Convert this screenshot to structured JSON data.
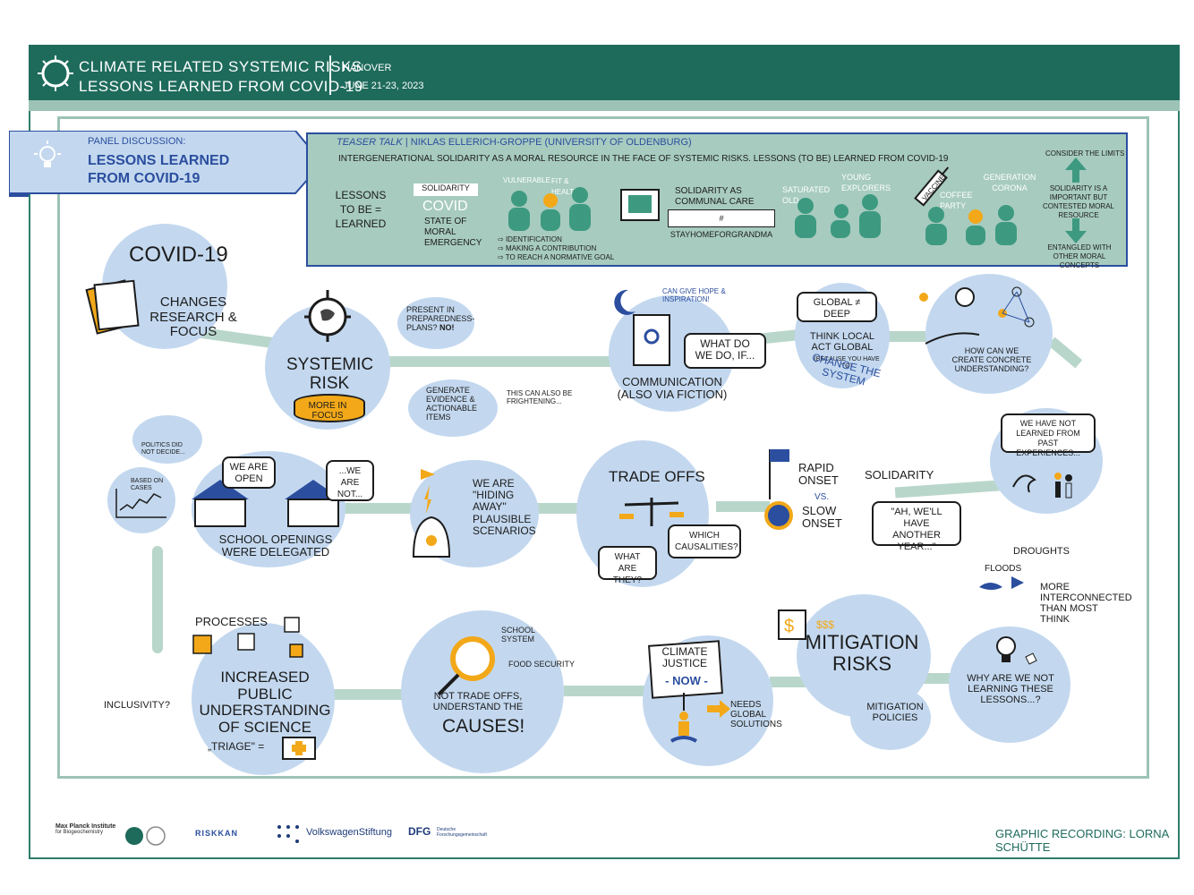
{
  "header": {
    "title_line1": "Climate Related Systemic Risks",
    "title_line2": "Lessons Learned from Covid-19",
    "location": "Hanover",
    "dates": "June 21-23, 2023"
  },
  "panel": {
    "subtitle": "Panel Discussion:",
    "title_line1": "Lessons Learned",
    "title_line2": "from Covid-19"
  },
  "teaser": {
    "label": "Teaser Talk",
    "speaker": "Niklas Ellerich-Groppe (University of Oldenburg)",
    "topic": "Intergenerational solidarity as a moral resource in the face of systemic risks. Lessons (to be) learned from Covid-19",
    "lessons": "Lessons to be = learned",
    "flag": "Solidarity",
    "covid": "Covid",
    "state": "State of moral emergency",
    "vulnerable": "Vulnerable",
    "fit": "fit & healthy",
    "points": [
      "Identification",
      "Making a contribution",
      "To reach a normative goal"
    ],
    "communal": "Solidarity as communal care",
    "hashtag": "# stayhomeforgrandma",
    "saturated": "Saturated old",
    "young": "Young explorers",
    "vaccine": "Vaccine",
    "coffee": "Coffee party",
    "generation": "Generation Corona",
    "limits": "Consider the limits",
    "important": "Solidarity is a important but contested moral resource",
    "entangled": "Entangled with other moral concepts"
  },
  "nodes": {
    "covid_title": "Covid-19",
    "covid_text": "Changes research & focus",
    "systemic_title": "Systemic risk",
    "systemic_focus": "More in focus",
    "present": "Present in preparedness-plans?",
    "present_no": "No!",
    "generate": "Generate evidence & actionable items",
    "frightening": "This can also be frightening...",
    "comm_title": "Communication (also via fiction)",
    "comm_bubble": "What do we do, if...",
    "hope": "Can give hope & inspiration!",
    "global_deep": "Global ≠ Deep",
    "think_local": "Think local act global",
    "because": "(because you have to)",
    "change_system": "Change the system",
    "concrete": "How can we create concrete understanding?",
    "not_learned": "We have not learned from past experiences...",
    "rapid": "Rapid onset",
    "solidarity": "Solidarity",
    "vs": "vs.",
    "slow": "Slow onset",
    "another_year": "\"Ah, we'll have another year...\"",
    "droughts": "Droughts",
    "floods": "Floods",
    "interconnected": "More interconnected than most think",
    "tradeoffs": "Trade offs",
    "what_are": "What are they?",
    "which_caus": "Which causalities?",
    "hiding": "We are \"hiding away\" plausible scenarios",
    "politics": "Politics did not decide...",
    "based": "Based on cases",
    "we_open": "We are open",
    "we_not": "...We are not...",
    "school_open": "School openings were delegated",
    "inclusivity": "Inclusivity?",
    "processes": "Processes",
    "public": "Increased public understanding of science",
    "triage": "„Triage\" =",
    "school_system": "School system",
    "food": "Food security",
    "causes_a": "Not trade offs, understand the",
    "causes_b": "causes!",
    "justice": "Climate Justice",
    "now": "- Now -",
    "needs": "Needs global solutions",
    "mitigation": "Mitigation risks",
    "mit_policies": "Mitigation policies",
    "why": "Why are we not learning these lessons...?"
  },
  "footer": {
    "mpi": "Max Planck Institute",
    "mpi_sub": "for Biogeochemistry",
    "riskkan": "Riskkan",
    "vw": "VolkswagenStiftung",
    "dfg": "DFG",
    "dfg_sub": "Deutsche Forschungsgemeinschaft",
    "credit": "Graphic Recording: Lorna Schütte"
  },
  "colors": {
    "header": "#1e6b5c",
    "bubble": "#c3d8ef",
    "accent": "#2b4e9e",
    "path": "#b9d6cb",
    "yellow": "#f2a818"
  }
}
